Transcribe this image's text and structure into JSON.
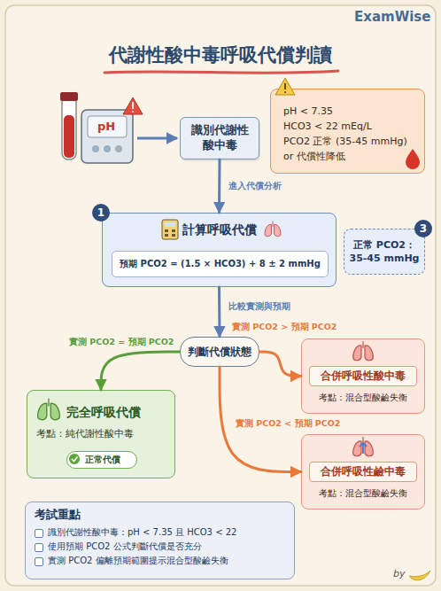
{
  "diagram": {
    "title": "代謝性酸中毒呼吸代償判讀",
    "nodes": [
      {
        "text": [
          "識別代謝性酸中毒"
        ]
      },
      {
        "text": [
          "pH < 7.35",
          "HCO3 < 22 mEq/L",
          "PCO2 正常 (35-45 mmHg)",
          "or 代償性降低"
        ]
      },
      {
        "text": [
          "計算呼吸代償"
        ]
      },
      {
        "text": [
          "預期 PCO2 = (1.5 × HCO3) + 8 ± 2 mmHg"
        ],
        "in": 2
      },
      {
        "text": [
          "正常 PCO2：",
          "35-45 mmHg"
        ]
      },
      {
        "text": [
          "判斷代償狀態"
        ]
      },
      {
        "text": [
          "完全呼吸代償",
          "考點：純代謝性酸中毒"
        ]
      },
      {
        "text": [
          "正常代償"
        ],
        "in": 6
      },
      {
        "text": [
          "合併呼吸性酸中毒",
          "考點：混合型酸鹼失衡"
        ]
      },
      {
        "text": [
          "合併呼吸性鹼中毒",
          "考點：混合型酸鹼失衡"
        ]
      },
      {
        "text": [
          "考試重點",
          "識別代謝性酸中毒：pH < 7.35 且 HCO3 < 22",
          "使用預期 PCO2 公式判斷代償是否充分",
          "實測 PCO2 偏離預期範圍提示混合型酸鹼失衡"
        ]
      }
    ],
    "edges": [
      {
        "from": 0,
        "to": 2,
        "label": "進入代償分析",
        "arrow": "to"
      },
      {
        "from": 2,
        "to": 5,
        "label": "比較實測與預期",
        "arrow": "to"
      },
      {
        "from": 5,
        "to": 6,
        "label": "實測 PCO2 = 預期 PCO2",
        "arrow": "to"
      },
      {
        "from": 5,
        "to": 8,
        "label": "實測 PCO2 > 預期 PCO2",
        "arrow": "to"
      },
      {
        "from": 5,
        "to": 9,
        "label": "實測 PCO2 < 預期 PCO2",
        "arrow": "to"
      }
    ],
    "labels": [
      "ExamWise",
      "pH",
      "1",
      "3",
      "by"
    ]
  }
}
